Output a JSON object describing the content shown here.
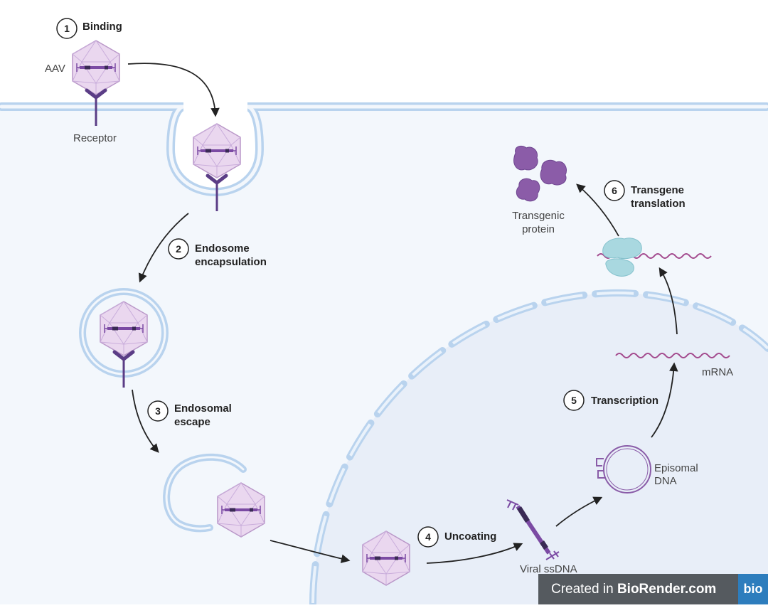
{
  "labels": {
    "aav": "AAV",
    "receptor": "Receptor",
    "transgenic_protein_line1": "Transgenic",
    "transgenic_protein_line2": "protein",
    "mrna": "mRNA",
    "episomal_line1": "Episomal",
    "episomal_line2": "DNA",
    "viral_ssdna": "Viral ssDNA"
  },
  "steps": [
    {
      "number": "1",
      "line1": "Binding",
      "line2": ""
    },
    {
      "number": "2",
      "line1": "Endosome",
      "line2": "encapsulation"
    },
    {
      "number": "3",
      "line1": "Endosomal",
      "line2": "escape"
    },
    {
      "number": "4",
      "line1": "Uncoating",
      "line2": ""
    },
    {
      "number": "5",
      "line1": "Transcription",
      "line2": ""
    },
    {
      "number": "6",
      "line1": "Transgene",
      "line2": "translation"
    }
  ],
  "watermark": {
    "prefix": "Created in ",
    "brand": "BioRender.com",
    "logo": "bio"
  },
  "colors": {
    "cell_fill": "#f3f7fc",
    "nucleus_fill": "#e8eef8",
    "membrane": "#b9d3ee",
    "capsid_fill": "#ead7ef",
    "capsid_stroke": "#b997c8",
    "dna_purple": "#7b4aa3",
    "receptor": "#5b3d86",
    "mrna": "#a34a8e",
    "ribosome": "#a9d8e0",
    "protein": "#8b5ca8",
    "arrow": "#222222"
  }
}
